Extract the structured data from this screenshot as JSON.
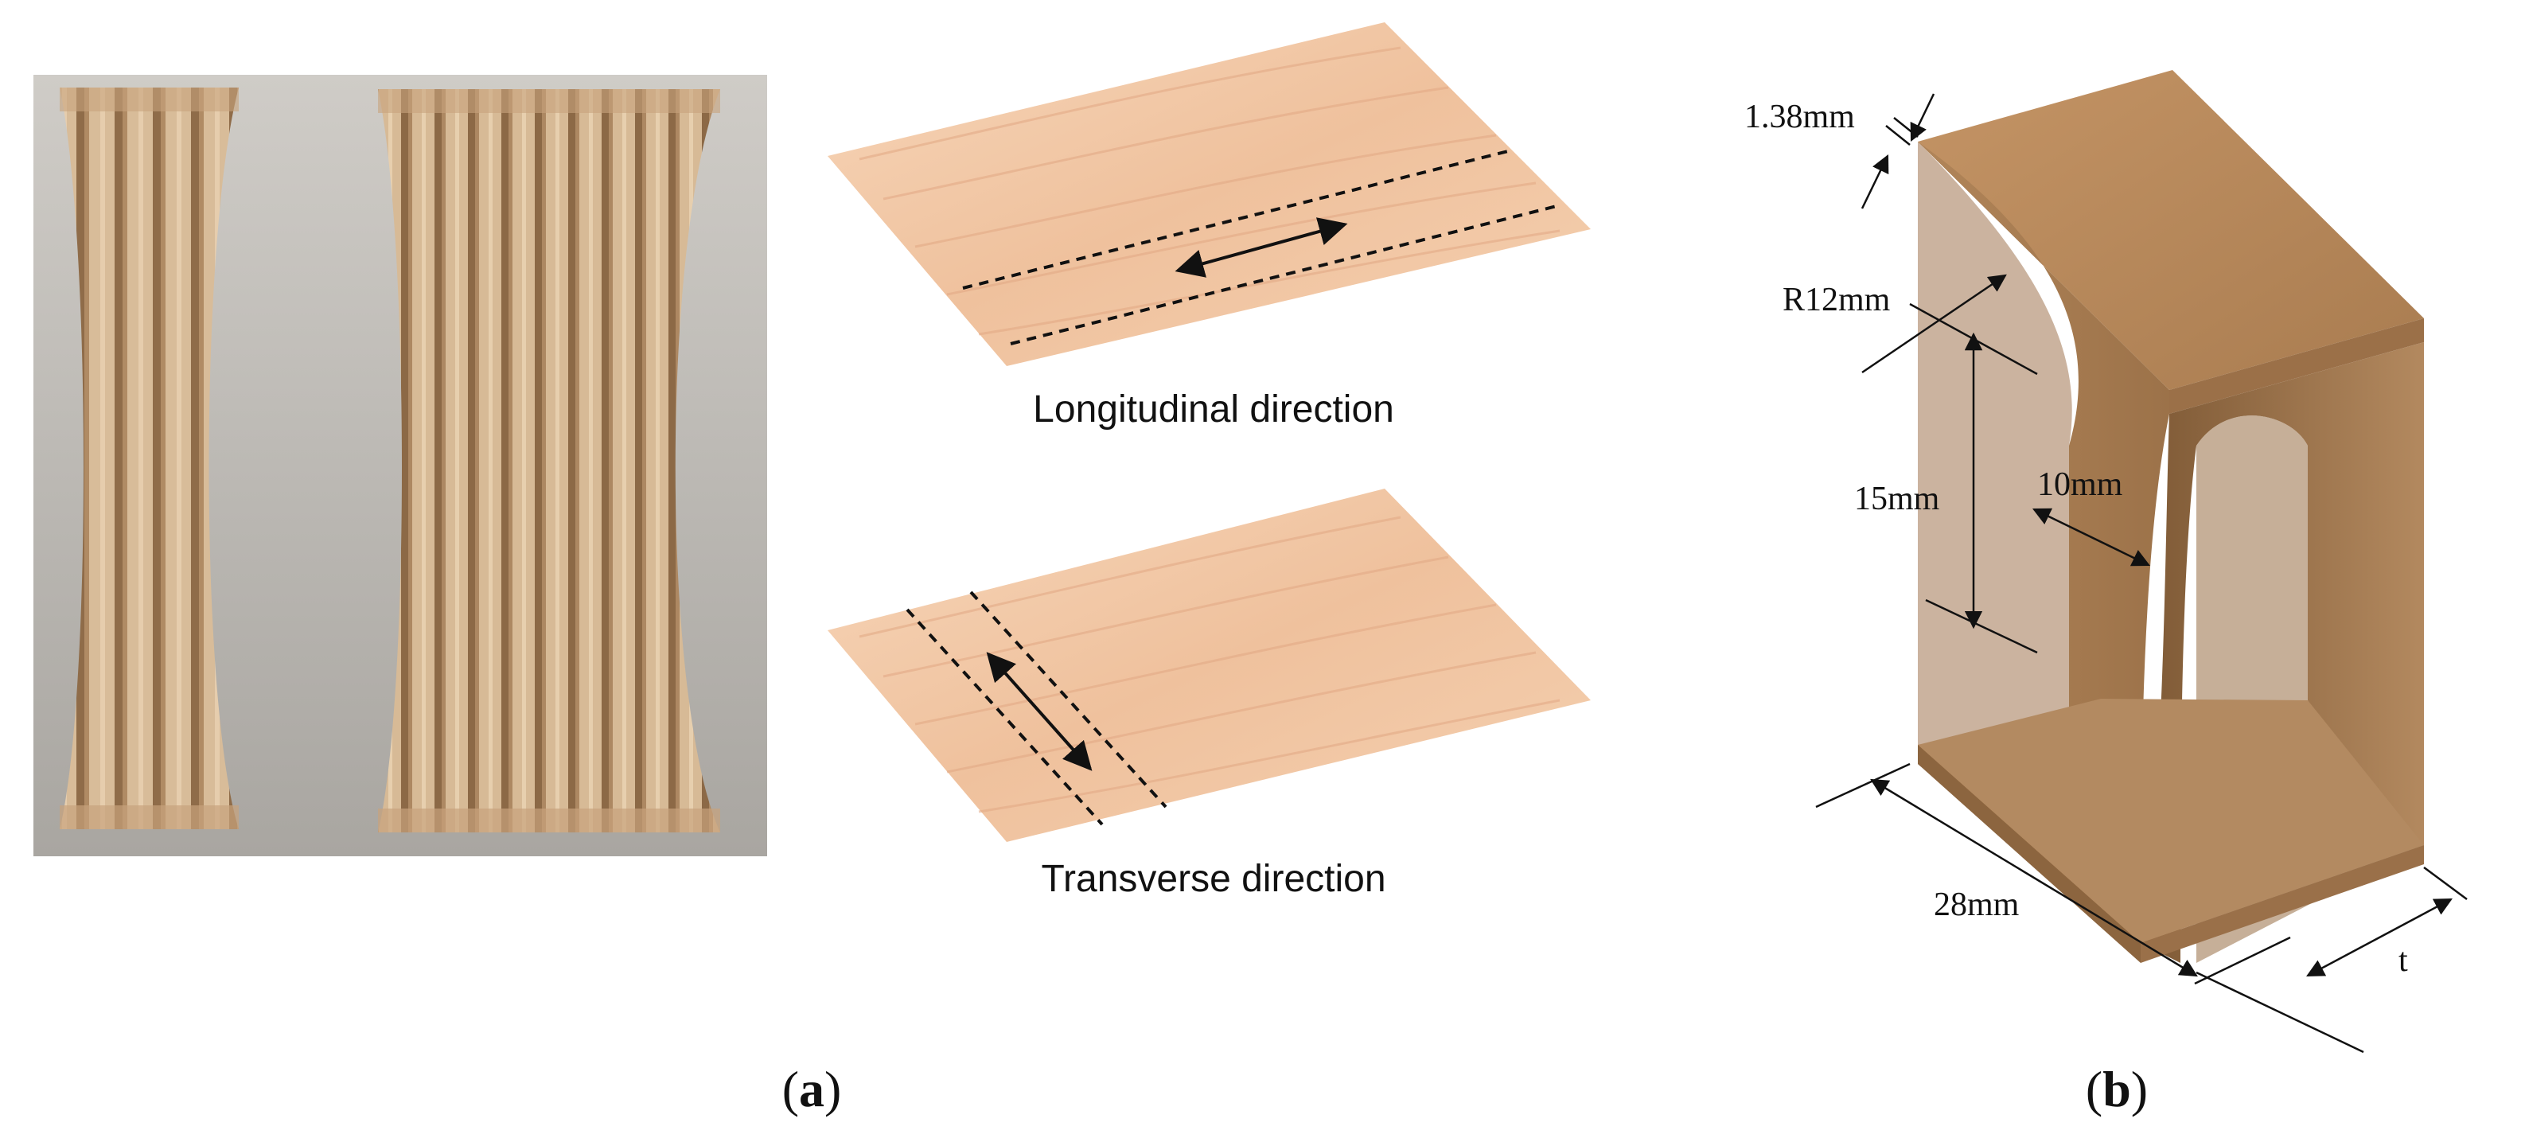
{
  "figure": {
    "panel_a_label": {
      "open": "(",
      "letter": "a",
      "close": ")"
    },
    "panel_b_label": {
      "open": "(",
      "letter": "b",
      "close": ")"
    }
  },
  "veneer": {
    "longitudinal_caption": "Longitudinal direction",
    "transverse_caption": "Transverse direction"
  },
  "specimen": {
    "dim_flange_thickness": "1.38mm",
    "dim_fillet_radius": "R12mm",
    "dim_gauge_length": "15mm",
    "dim_web_width": "10mm",
    "dim_total_width": "28mm",
    "dim_thickness": "t"
  },
  "colors": {
    "photo_background": "#b9b6b1",
    "wood_light": "#e9d0b2",
    "wood_dark": "#8f6a45",
    "veneer_light": "#f6d2b4",
    "veneer_mid": "#eab48c",
    "specimen_top": "#b8875a",
    "specimen_front": "#a57b52",
    "specimen_curve": "#8a633f",
    "ink": "#111111"
  },
  "icons": {
    "double_arrow": "double-headed-arrow-icon",
    "dimension_arrow": "dimension-arrow-icon"
  }
}
